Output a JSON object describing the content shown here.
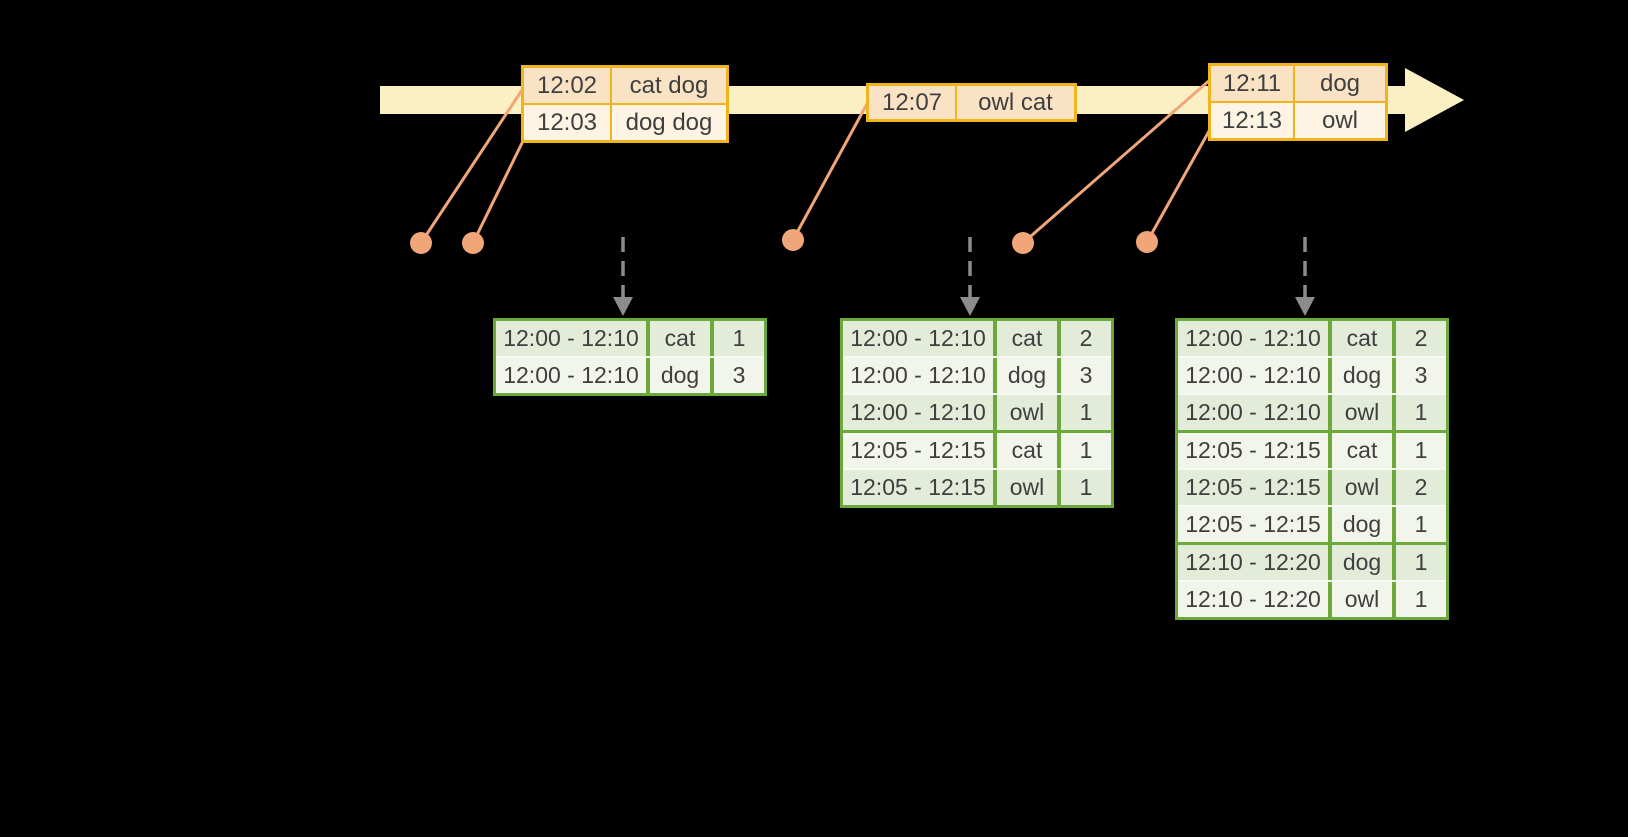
{
  "diagram_title": "windowed-word-count-stream",
  "colors": {
    "background": "#000000",
    "timeline_fill": "#fbf0c4",
    "event_table_border": "#efb41e",
    "event_row_fill": "#fae3c4",
    "event_row_alt_fill": "#fdf4e3",
    "dot_and_line": "#f0a678",
    "result_table_border": "#6baa3a",
    "result_row_fill": "#e3ebd9",
    "result_row_alt_fill": "#f1f5ec",
    "trigger_arrow": "#8c8c8c",
    "text": "#3f3f3f"
  },
  "timeline": {
    "event_tables": [
      {
        "rows": [
          {
            "time": "12:02",
            "words": "cat dog"
          },
          {
            "time": "12:03",
            "words": "dog dog"
          }
        ]
      },
      {
        "rows": [
          {
            "time": "12:07",
            "words": "owl cat"
          }
        ]
      },
      {
        "rows": [
          {
            "time": "12:11",
            "words": "dog"
          },
          {
            "time": "12:13",
            "words": "owl"
          }
        ]
      }
    ],
    "event_dot_count": 5,
    "trigger_arrow_count": 3
  },
  "chart_data": {
    "type": "table",
    "result_tables": [
      {
        "rows": [
          [
            "12:00 - 12:10",
            "cat",
            "1"
          ],
          [
            "12:00 - 12:10",
            "dog",
            "3"
          ]
        ]
      },
      {
        "rows": [
          [
            "12:00 - 12:10",
            "cat",
            "2"
          ],
          [
            "12:00 - 12:10",
            "dog",
            "3"
          ],
          [
            "12:00 - 12:10",
            "owl",
            "1"
          ],
          [
            "12:05 - 12:15",
            "cat",
            "1"
          ],
          [
            "12:05 - 12:15",
            "owl",
            "1"
          ]
        ]
      },
      {
        "rows": [
          [
            "12:00 - 12:10",
            "cat",
            "2"
          ],
          [
            "12:00 - 12:10",
            "dog",
            "3"
          ],
          [
            "12:00 - 12:10",
            "owl",
            "1"
          ],
          [
            "12:05 - 12:15",
            "cat",
            "1"
          ],
          [
            "12:05 - 12:15",
            "owl",
            "2"
          ],
          [
            "12:05 - 12:15",
            "dog",
            "1"
          ],
          [
            "12:10 - 12:20",
            "dog",
            "1"
          ],
          [
            "12:10 - 12:20",
            "owl",
            "1"
          ]
        ]
      }
    ]
  }
}
